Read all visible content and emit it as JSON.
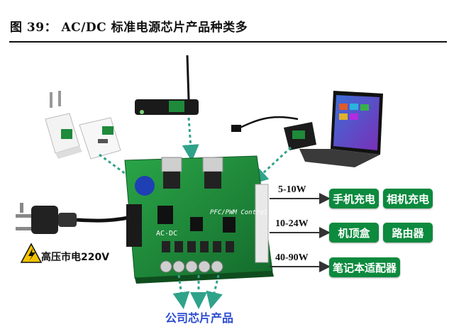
{
  "figure": {
    "title": "图 39： AC/DC 标准电源芯片产品种类多"
  },
  "board": {
    "pfc_label": "PFC/PWM Control",
    "acdc_label": "AC-DC"
  },
  "power_label": "高压市电220V",
  "caption": "公司芯片产品",
  "outputs": [
    {
      "watts": "5-10W",
      "products": [
        "手机充电",
        "相机充电"
      ]
    },
    {
      "watts": "10-24W",
      "products": [
        "机顶盒",
        "路由器"
      ]
    },
    {
      "watts": "40-90W",
      "products": [
        "笔记本适配器"
      ]
    }
  ],
  "colors": {
    "board_green": "#1e8a3a",
    "product_button": "#0c8a3e",
    "arrow_teal": "#2fa38a",
    "caption_blue": "#2a4bd0"
  }
}
